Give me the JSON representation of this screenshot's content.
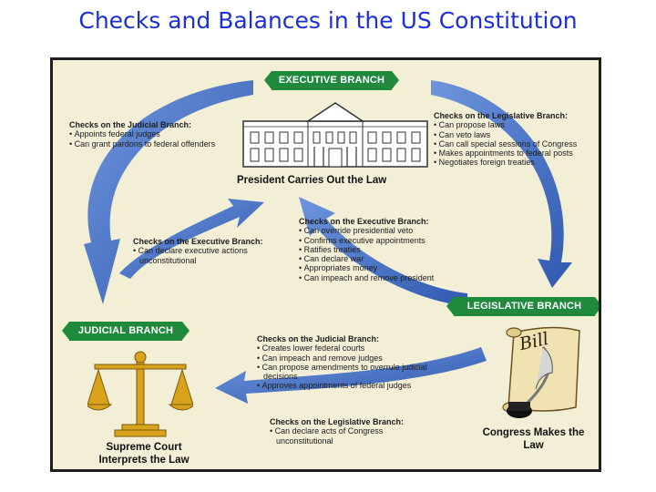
{
  "title": "Checks and Balances in the US Constitution",
  "branches": {
    "executive": {
      "banner": "EXECUTIVE BRANCH",
      "caption": "President Carries Out the Law",
      "icon": "white-house"
    },
    "legislative": {
      "banner": "LEGISLATIVE BRANCH",
      "caption": "Congress Makes the Law",
      "bill_label": "Bill",
      "icon": "scroll-and-quill"
    },
    "judicial": {
      "banner": "JUDICIAL BRANCH",
      "caption": "Supreme Court Interprets the Law",
      "icon": "scales"
    }
  },
  "checks": {
    "exec_on_judicial": {
      "heading": "Checks on the Judicial Branch:",
      "items": [
        "Appoints federal judges",
        "Can grant pardons to federal offenders"
      ]
    },
    "exec_on_legislative": {
      "heading": "Checks on the Legislative Branch:",
      "items": [
        "Can propose laws",
        "Can veto laws",
        "Can call special sessions of Congress",
        "Makes appointments to federal posts",
        "Negotiates foreign treaties"
      ]
    },
    "judicial_on_executive": {
      "heading": "Checks on the Executive Branch:",
      "items": [
        "Can declare executive actions unconstitutional"
      ]
    },
    "legislative_on_executive": {
      "heading": "Checks on the Executive Branch:",
      "items": [
        "Can override presidential veto",
        "Confirms executive appointments",
        "Ratifies treaties",
        "Can declare war",
        "Appropriates money",
        "Can impeach and remove president"
      ]
    },
    "legislative_on_judicial": {
      "heading": "Checks on the Judicial Branch:",
      "items": [
        "Creates lower federal courts",
        "Can impeach and remove judges",
        "Can propose amendments to overrule judicial decisions",
        "Approves appointments of federal judges"
      ]
    },
    "judicial_on_legislative": {
      "heading": "Checks on the Legislative Branch:",
      "items": [
        "Can declare acts of Congress unconstitutional"
      ]
    }
  },
  "colors": {
    "title": "#1a2fd6",
    "banner": "#1f8a3c",
    "arrow": "#3f6fc4",
    "panel": "#f3eed6"
  }
}
